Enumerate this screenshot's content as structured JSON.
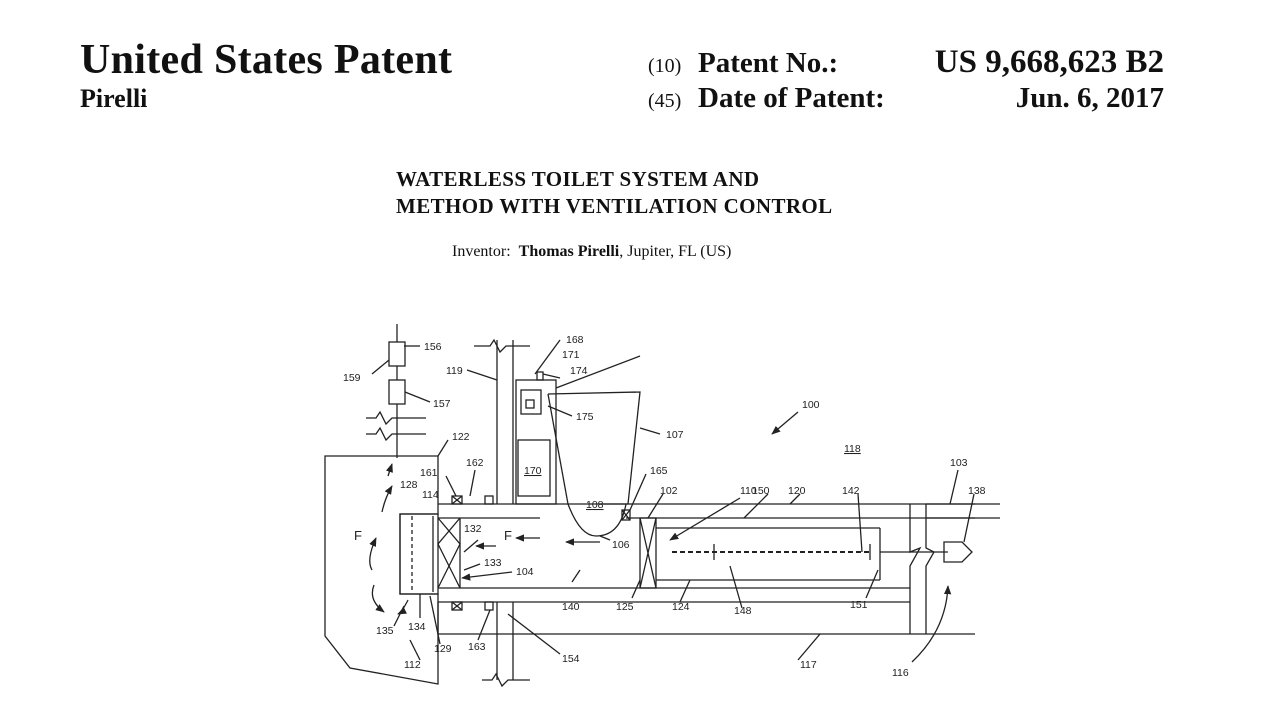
{
  "header": {
    "title": "United States Patent",
    "assignee": "Pirelli",
    "patent_no_code": "(10)",
    "patent_no_label": "Patent No.:",
    "patent_no_value": "US 9,668,623 B2",
    "date_code": "(45)",
    "date_label": "Date of Patent:",
    "date_value": "Jun. 6, 2017"
  },
  "invention": {
    "title_line1": "WATERLESS TOILET SYSTEM AND",
    "title_line2": "METHOD WITH VENTILATION CONTROL"
  },
  "inventor": {
    "label": "Inventor:",
    "name": "Thomas Pirelli",
    "location": ", Jupiter, FL (US)"
  },
  "drawing": {
    "labels": {
      "l156": "156",
      "l159": "159",
      "l157": "157",
      "l119": "119",
      "l168": "168",
      "l171": "171",
      "l174": "174",
      "l175": "175",
      "l107": "107",
      "l100": "100",
      "l118": "118",
      "l122": "122",
      "l161": "161",
      "l162": "162",
      "l170": "170",
      "l165": "165",
      "l128": "128",
      "l114": "114",
      "l108": "108",
      "l102": "102",
      "l110": "110",
      "l150": "150",
      "l120": "120",
      "l142": "142",
      "l103": "103",
      "l138": "138",
      "l132": "132",
      "l106": "106",
      "l133": "133",
      "l104": "104",
      "l140": "140",
      "l125": "125",
      "l124": "124",
      "l148": "148",
      "l151": "151",
      "l135": "135",
      "l134": "134",
      "l129": "129",
      "l163": "163",
      "l154": "154",
      "l112": "112",
      "l117": "117",
      "l116": "116",
      "f1": "F",
      "f2": "F"
    }
  }
}
